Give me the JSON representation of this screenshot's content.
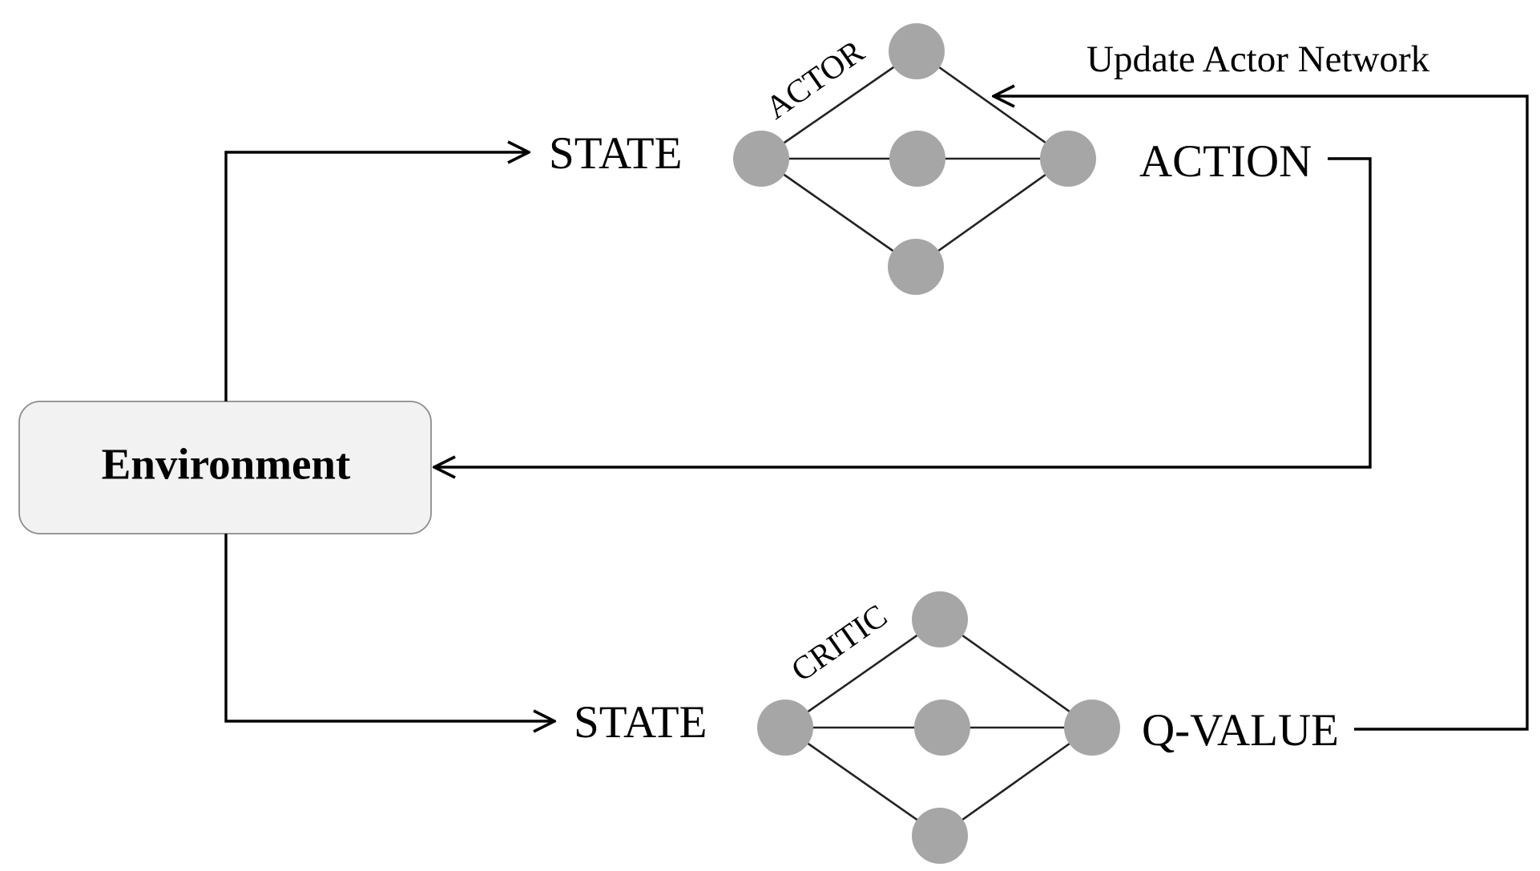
{
  "environment": {
    "label": "Environment"
  },
  "actor": {
    "tag": "ACTOR",
    "input_label": "STATE",
    "output_label": "ACTION"
  },
  "critic": {
    "tag": "CRITIC",
    "input_label": "STATE",
    "output_label": "Q-VALUE"
  },
  "feedback": {
    "label": "Update Actor Network"
  },
  "colors": {
    "node_fill": "#a6a6a6",
    "environment_fill": "#f2f2f2",
    "environment_border": "#8c8c8c",
    "lines": "#000000"
  }
}
